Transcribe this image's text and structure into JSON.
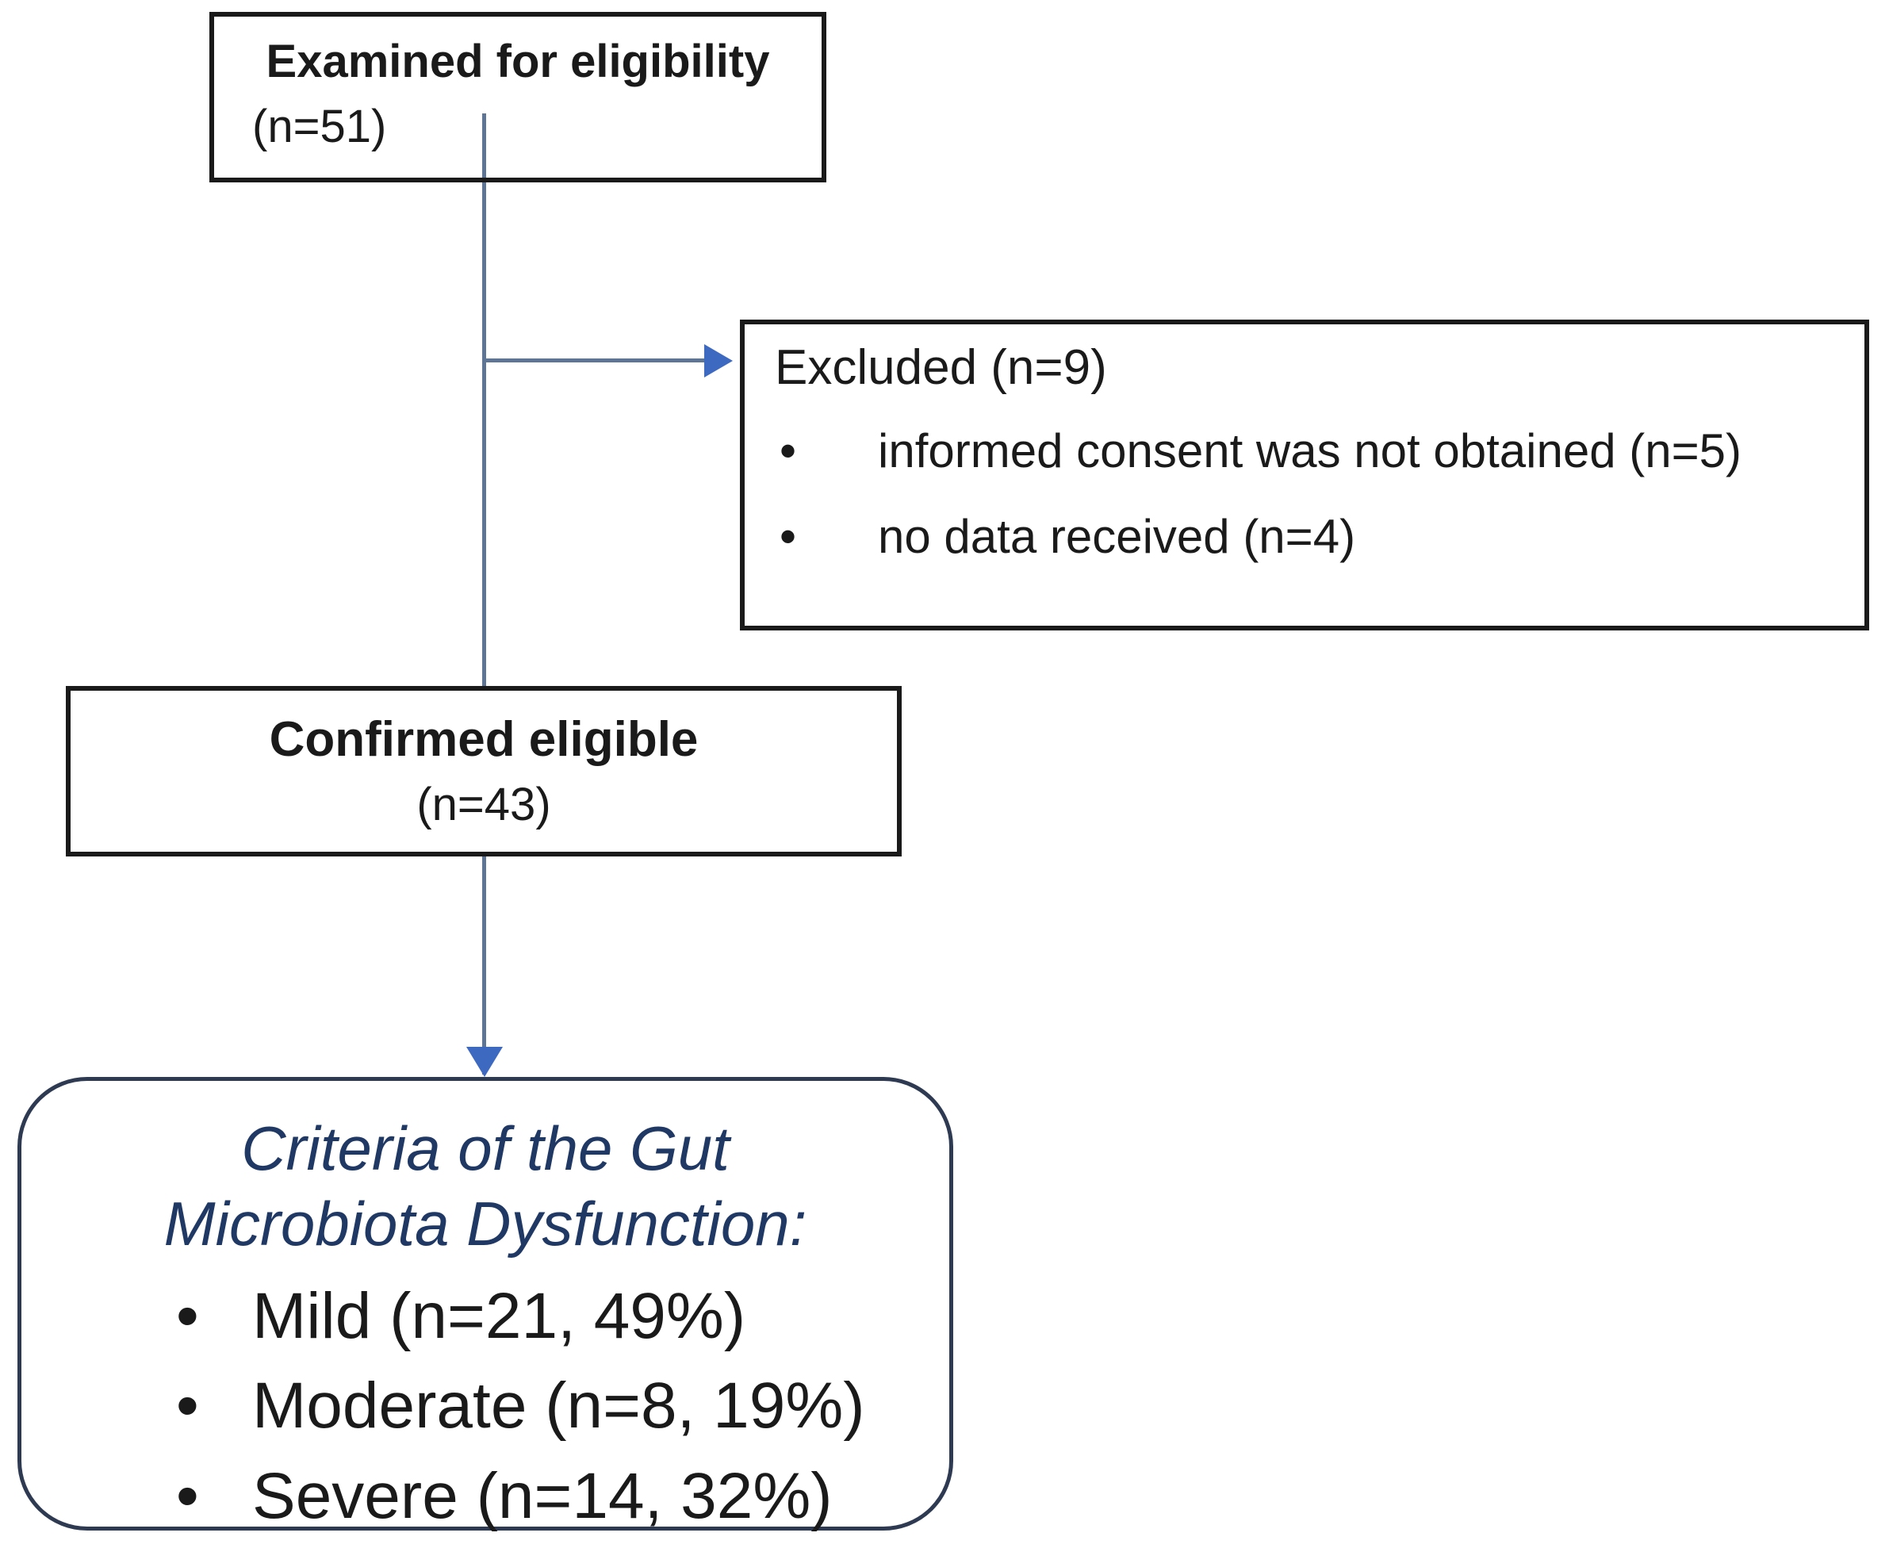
{
  "diagram": {
    "top_box": {
      "title": "Examined for eligibility",
      "count": "(n=51)"
    },
    "excluded_box": {
      "title": "Excluded (n=9)",
      "bullet_marker": "•",
      "items": [
        "informed consent was not obtained (n=5)",
        "no data received (n=4)"
      ]
    },
    "confirmed_box": {
      "title": "Confirmed eligible",
      "count": "(n=43)"
    },
    "criteria_box": {
      "title_line1": "Criteria of the Gut",
      "title_line2": "Microbiota Dysfunction:",
      "bullet_marker": "•",
      "items": [
        "Mild (n=21, 49%)",
        "Moderate (n=8, 19%)",
        "Severe (n=14, 32%)"
      ]
    },
    "colors": {
      "connector": "#5f7596",
      "arrowhead": "#3e69c0",
      "rect_border": "#1a1a1a",
      "criteria_border": "#2e3a52",
      "criteria_title_text": "#1f3864",
      "body_text": "#1a1a1a",
      "background": "#ffffff"
    }
  }
}
